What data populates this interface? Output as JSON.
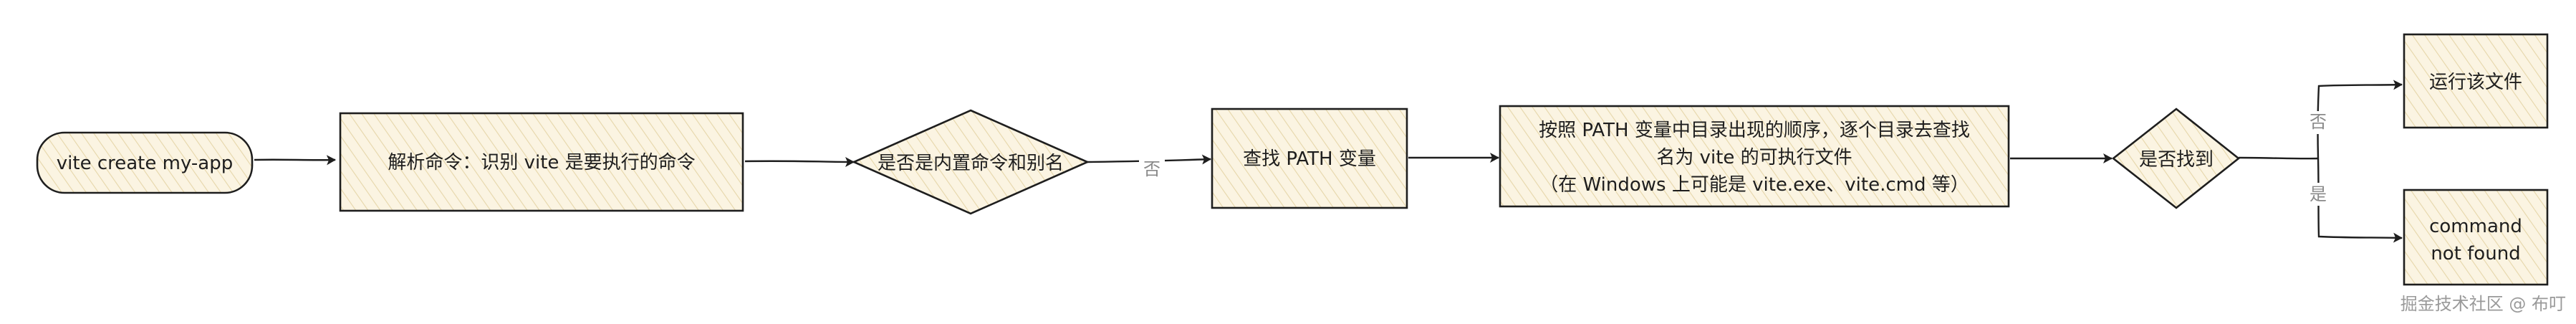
{
  "nodes": {
    "start": "vite create my-app",
    "parse": "解析命令：识别 vite 是要执行的命令",
    "builtin": "是否是内置命令和别名",
    "lookup_path": "查找 PATH 变量",
    "search_line1": "按照 PATH 变量中目录出现的顺序，逐个目录去查找",
    "search_line2": "名为 vite 的可执行文件",
    "search_line3": "（在 Windows 上可能是 vite.exe、vite.cmd 等）",
    "found": "是否找到",
    "run_file": "运行该文件",
    "not_found_line1": "command",
    "not_found_line2": "not found"
  },
  "edges": {
    "builtin_no": "否",
    "found_no": "否",
    "found_yes": "是"
  },
  "watermark": "掘金技术社区 @ 布叮",
  "colors": {
    "fill": "#fdf6e3",
    "hatch": "#e8d9b0",
    "stroke": "#1e1e1e"
  }
}
